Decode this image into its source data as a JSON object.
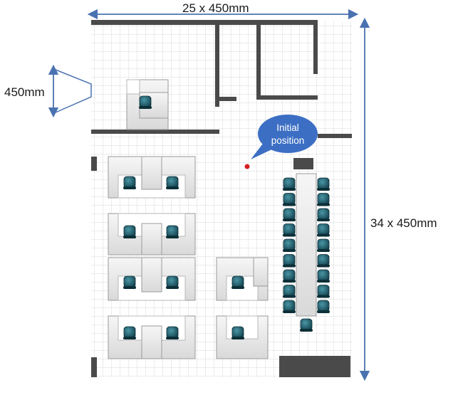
{
  "dimensions": {
    "width": "25 x 450mm",
    "height": "34 x 450mm",
    "cell": "450mm"
  },
  "callout": {
    "line1": "Initial",
    "line2": "position"
  },
  "colors": {
    "wall": "#4a4a4a",
    "grid": "#dadada",
    "arrow": "#4a72b0",
    "bubble": "#3c6fc4",
    "chair": "#1f5f6f",
    "desk": "#ececec",
    "marker": "#d42020"
  }
}
